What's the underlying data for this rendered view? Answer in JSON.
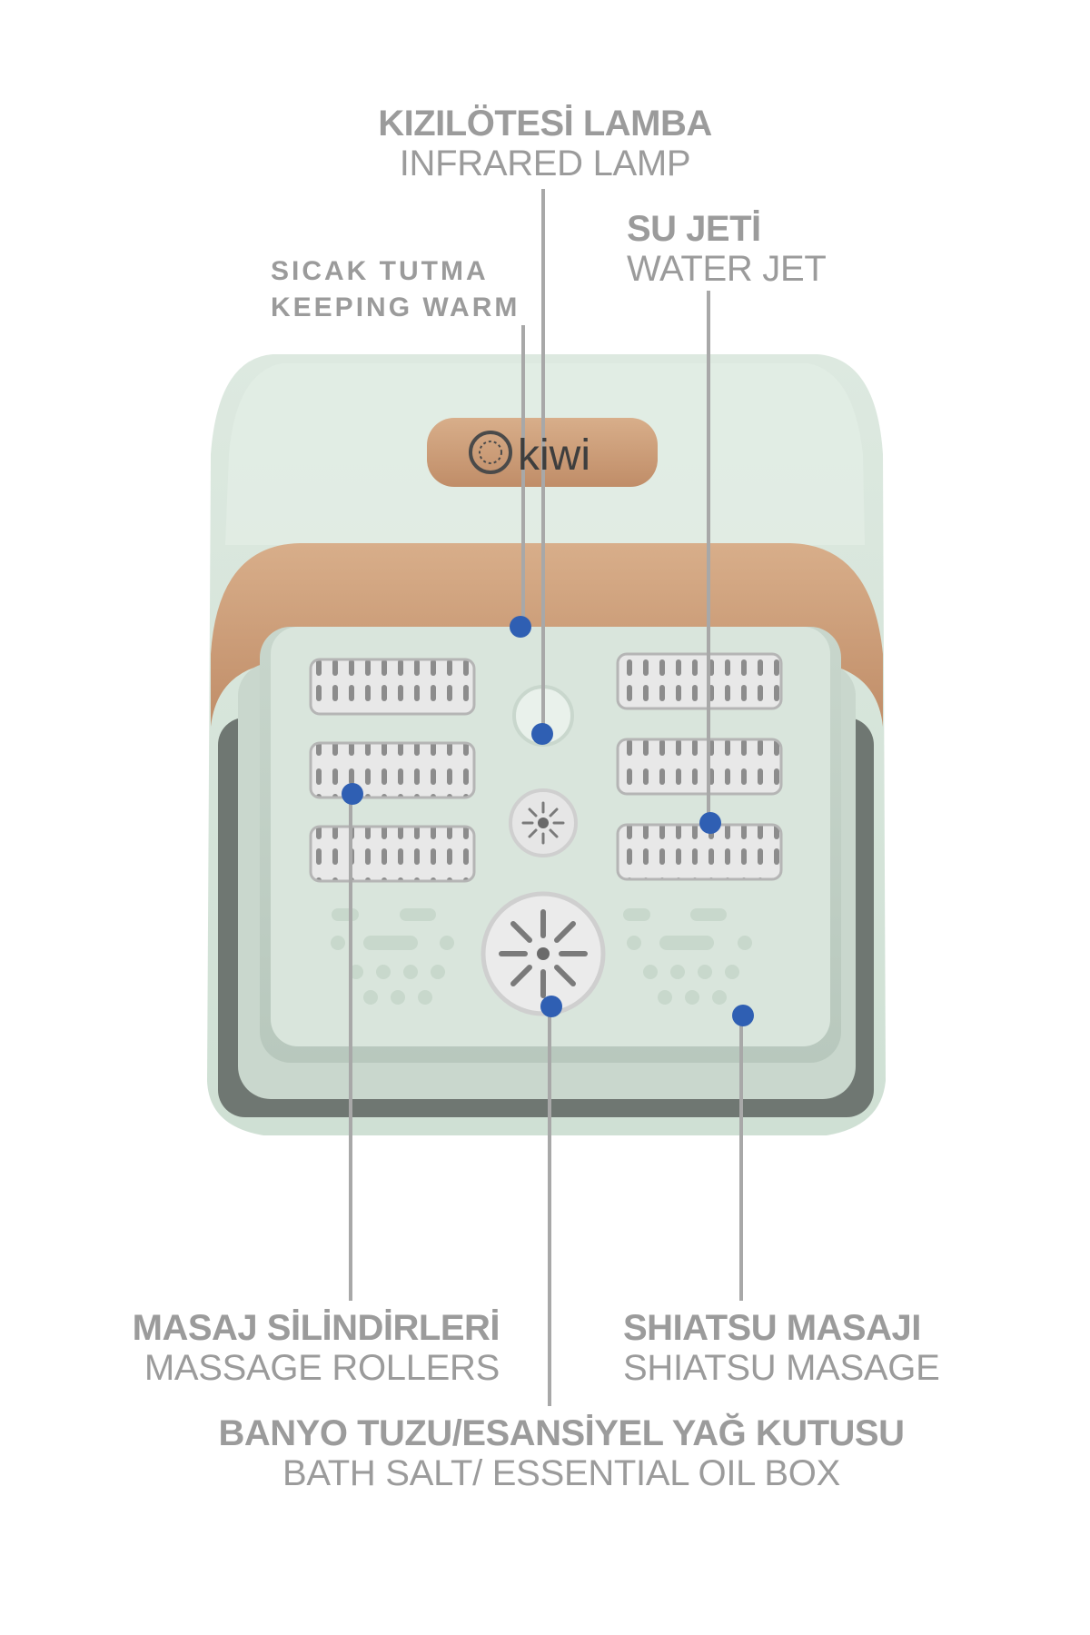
{
  "brand": {
    "logo_text": "kiwi"
  },
  "callouts": {
    "infrared_lamp": {
      "tr": "KIZILÖTESİ LAMBA",
      "en": "INFRARED LAMP"
    },
    "keeping_warm": {
      "tr": "SICAK TUTMA",
      "en": "KEEPING WARM"
    },
    "water_jet": {
      "tr": "SU JETİ",
      "en": "WATER JET"
    },
    "massage_rollers": {
      "tr": "MASAJ SİLİNDİRLERİ",
      "en": "MASSAGE ROLLERS"
    },
    "shiatsu_massage": {
      "tr": "SHIATSU MASAJI",
      "en": "SHIATSU MASAGE"
    },
    "bath_salt_box": {
      "tr": "BANYO TUZU/ESANSİYEL YAĞ KUTUSU",
      "en": "BATH SALT/ ESSENTIAL OIL BOX"
    }
  },
  "colors": {
    "label_text": "#9b9b9b",
    "leader_line": "#a8a8a8",
    "marker_dot": "#2f5fb3",
    "body_mint": "#d7e6dc",
    "body_shadow": "#bfd3c6",
    "accent_copper": "#c99a74",
    "basin_inner": "#d9e5dc",
    "roller_grey": "#e4e4e4"
  }
}
